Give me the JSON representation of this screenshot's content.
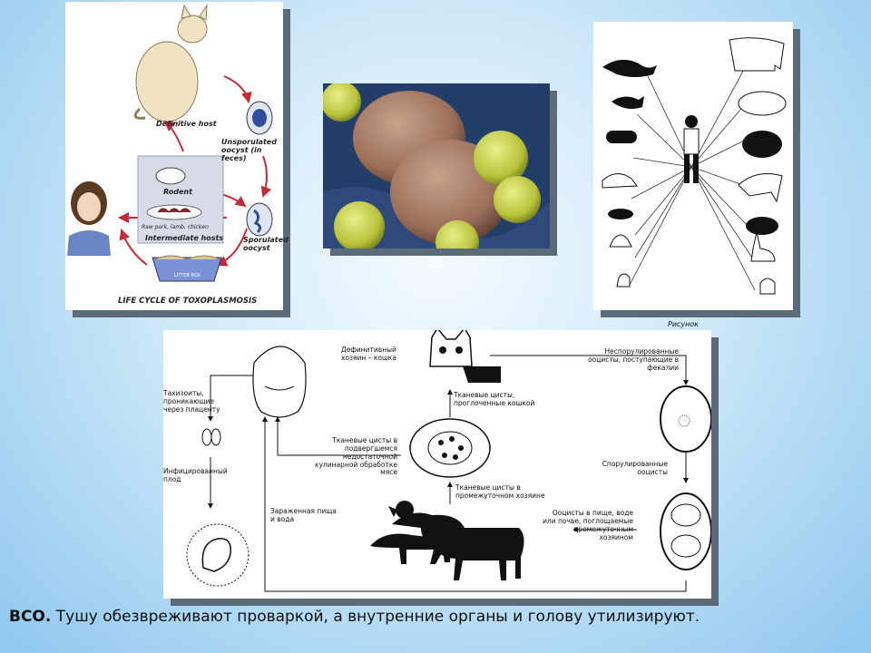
{
  "lifecycle_en": {
    "definitive_host": "Definitive host",
    "unsporulated": "Unsporulated oocyst (in feces)",
    "rodent": "Rodent",
    "raw_meat": "Raw pork, lamb, chicken",
    "intermediate_hosts": "Intermediate hosts",
    "sporulated": "Sporulated oocyst",
    "litter_box": "LITTER BOX",
    "title": "LIFE CYCLE OF TOXOPLASMOSIS"
  },
  "lifecycle_ru": {
    "figure_label": "Рисунок",
    "definitive_host": "Дефинитивный хозяин – кошка",
    "unsporulated": "Неспорулированные ооцисты, поступающие в фекалии",
    "tachyzoites": "Тахизоиты, проникающие через плаценту",
    "tissue_cysts_eaten": "Тканевые цисты, проглоченные кошкой",
    "tissue_cysts_undercooked": "Тканевые цисты в подвергшемся недостаточной кулинарной обработке мясе",
    "infected_fetus": "Инфицированный плод",
    "sporulated": "Спорулированные ооцисты",
    "tissue_cysts_intermediate": "Тканевые цисты в промежуточном хозяине",
    "contaminated_food": "Зараженная пища и вода",
    "oocysts_food": "Ооцисты в пище, воде или почве, поглощаемые промежуточным хозяином"
  },
  "caption": {
    "bold": "ВСО.",
    "text": " Тушу обезвреживают проваркой, а внутренние органы и голову утилизируют."
  }
}
